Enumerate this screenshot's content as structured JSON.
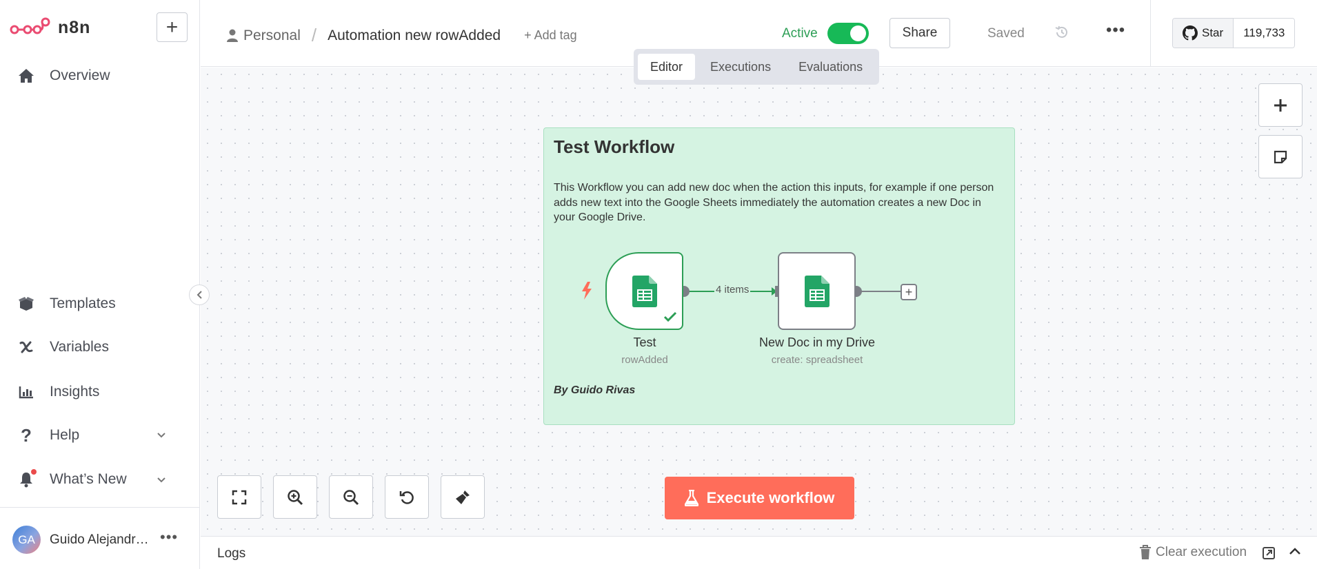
{
  "app": {
    "logo_text": "n8n"
  },
  "sidebar": {
    "overview": "Overview",
    "templates": "Templates",
    "variables": "Variables",
    "insights": "Insights",
    "help": "Help",
    "whats_new": "What’s New",
    "user": {
      "initials": "GA",
      "name": "Guido Alejandro Rivas"
    }
  },
  "header": {
    "project": "Personal",
    "workflow_name": "Automation new rowAdded",
    "add_tag": "+ Add tag",
    "active_label": "Active",
    "share": "Share",
    "saved": "Saved",
    "github_star": "Star",
    "github_count": "119,733",
    "tabs": [
      "Editor",
      "Executions",
      "Evaluations"
    ]
  },
  "sticky": {
    "title": "Test Workflow",
    "description": "This Workflow you can add new doc when the action this inputs, for example if one person adds new text into the Google Sheets immediately the automation creates a new Doc in your Google Drive.",
    "author": "By Guido Rivas"
  },
  "nodes": [
    {
      "name": "Test",
      "subtitle": "rowAdded"
    },
    {
      "name": "New Doc in my Drive",
      "subtitle": "create: spreadsheet"
    }
  ],
  "connection": {
    "label": "4 items"
  },
  "canvas": {
    "execute_button": "Execute workflow"
  },
  "logs": {
    "title": "Logs",
    "clear_execution": "Clear execution"
  },
  "colors": {
    "accent": "#ff6d5a",
    "success": "#17b957",
    "sheets_green": "#23a566"
  }
}
